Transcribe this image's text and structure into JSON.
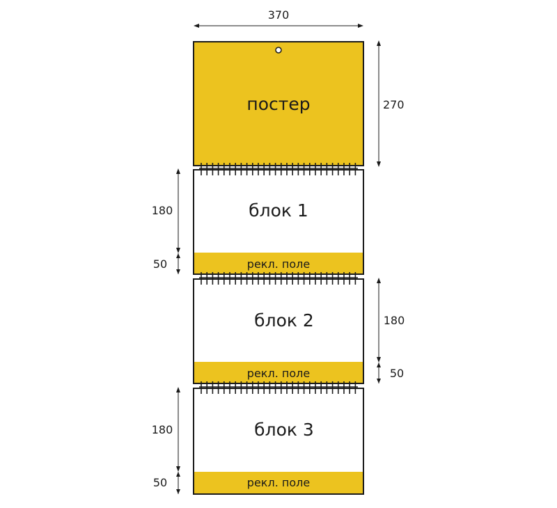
{
  "colors": {
    "accent": "#ecc31f",
    "outline": "#1a1a1a",
    "background": "#ffffff"
  },
  "dimensions": {
    "top_width": "370",
    "poster_height": "270",
    "block1_height": "180",
    "block1_ad_height": "50",
    "block2_height": "180",
    "block2_ad_height": "50",
    "block3_height": "180",
    "block3_ad_height": "50"
  },
  "poster": {
    "label": "постер"
  },
  "blocks": [
    {
      "label": "блок 1",
      "ad_label": "рекл. поле"
    },
    {
      "label": "блок 2",
      "ad_label": "рекл. поле"
    },
    {
      "label": "блок 3",
      "ad_label": "рекл. поле"
    }
  ]
}
